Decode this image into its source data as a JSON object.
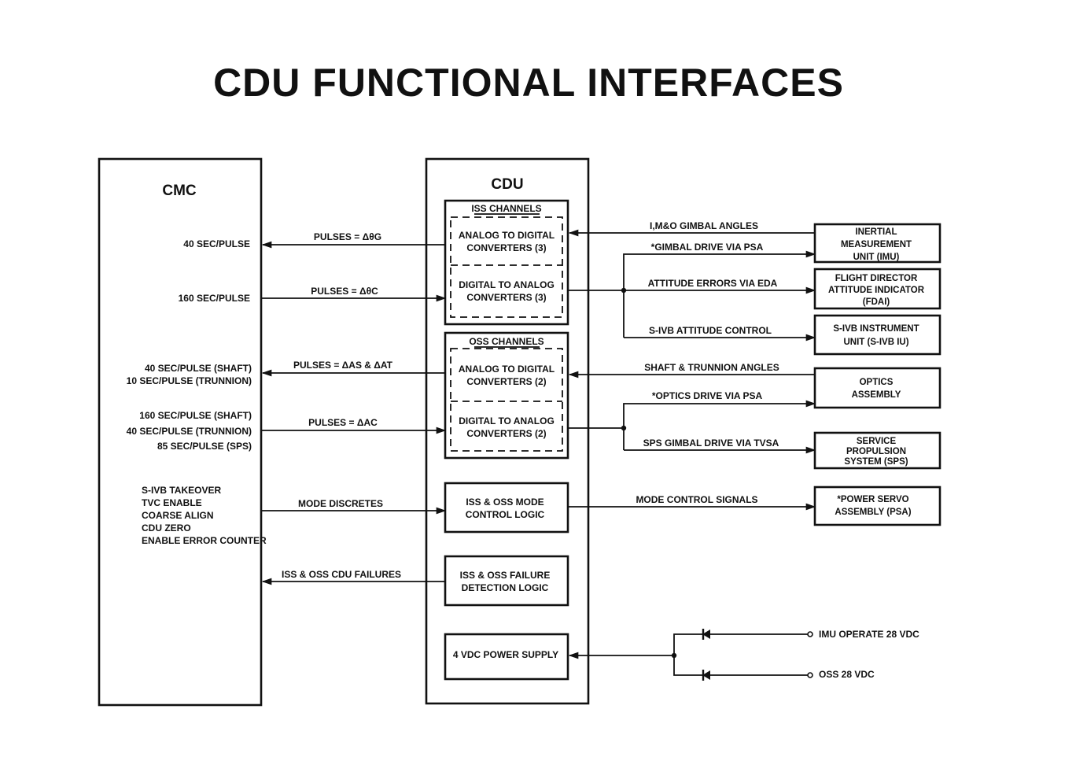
{
  "title": "CDU FUNCTIONAL INTERFACES",
  "cmc": {
    "label": "CMC",
    "rates": [
      {
        "lines": [
          "40 SEC/PULSE"
        ]
      },
      {
        "lines": [
          "160 SEC/PULSE"
        ]
      },
      {
        "lines": [
          "40 SEC/PULSE (SHAFT)",
          "10 SEC/PULSE (TRUNNION)"
        ]
      },
      {
        "lines": [
          "160 SEC/PULSE (SHAFT)",
          "40 SEC/PULSE (TRUNNION)",
          "85 SEC/PULSE (SPS)"
        ]
      }
    ],
    "discretes": [
      "S-IVB TAKEOVER",
      "TVC ENABLE",
      "COARSE ALIGN",
      "CDU ZERO",
      "ENABLE ERROR COUNTER"
    ]
  },
  "cdu": {
    "label": "CDU",
    "iss": {
      "title": "ISS CHANNELS",
      "adc": [
        "ANALOG TO DIGITAL",
        "CONVERTERS (3)"
      ],
      "dac": [
        "DIGITAL TO ANALOG",
        "CONVERTERS (3)"
      ]
    },
    "oss": {
      "title": "OSS CHANNELS",
      "adc": [
        "ANALOG TO DIGITAL",
        "CONVERTERS (2)"
      ],
      "dac": [
        "DIGITAL TO ANALOG",
        "CONVERTERS (2)"
      ]
    },
    "mode_logic": [
      "ISS & OSS MODE",
      "CONTROL LOGIC"
    ],
    "failure_logic": [
      "ISS & OSS FAILURE",
      "DETECTION LOGIC"
    ],
    "power_supply": [
      "4 VDC POWER SUPPLY"
    ]
  },
  "cmc_links": {
    "gimbal_pulses": "PULSES = ΔθG",
    "command_pulses": "PULSES = ΔθC",
    "optics_pulses": "PULSES = ΔAS & ΔAT",
    "optics_cmd_pulses": "PULSES = ΔAC",
    "mode_discretes": "MODE DISCRETES",
    "failures": "ISS & OSS CDU FAILURES"
  },
  "external_links": {
    "imu_angles": "I,M&O GIMBAL ANGLES",
    "gimbal_drive": "*GIMBAL DRIVE VIA PSA",
    "attitude_errors": "ATTITUDE ERRORS VIA EDA",
    "sivb_control": "S-IVB ATTITUDE CONTROL",
    "optics_angles": "SHAFT & TRUNNION ANGLES",
    "optics_drive": "*OPTICS DRIVE VIA PSA",
    "sps_drive": "SPS GIMBAL DRIVE VIA TVSA",
    "mode_signals": "MODE CONTROL SIGNALS"
  },
  "external_units": {
    "imu": [
      "INERTIAL",
      "MEASUREMENT",
      "UNIT (IMU)"
    ],
    "fdai": [
      "FLIGHT DIRECTOR",
      "ATTITUDE INDICATOR",
      "(FDAI)"
    ],
    "sivb_iu": [
      "S-IVB INSTRUMENT",
      "UNIT (S-IVB IU)"
    ],
    "optics": [
      "OPTICS",
      "ASSEMBLY"
    ],
    "sps": [
      "SERVICE",
      "PROPULSION",
      "SYSTEM (SPS)"
    ],
    "psa": [
      "*POWER SERVO",
      "ASSEMBLY (PSA)"
    ]
  },
  "power_inputs": {
    "imu_operate": "IMU OPERATE 28 VDC",
    "oss": "OSS 28 VDC"
  }
}
